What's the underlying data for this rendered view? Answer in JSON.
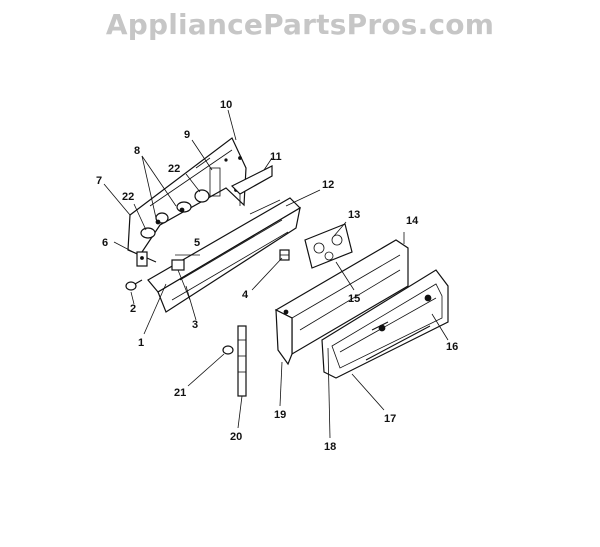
{
  "watermark": "AppliancePartsPros.com",
  "callouts": [
    "10",
    "9",
    "8",
    "22",
    "11",
    "7",
    "22",
    "12",
    "6",
    "5",
    "13",
    "14",
    "2",
    "4",
    "15",
    "3",
    "1",
    "16",
    "21",
    "19",
    "17",
    "20",
    "18"
  ]
}
